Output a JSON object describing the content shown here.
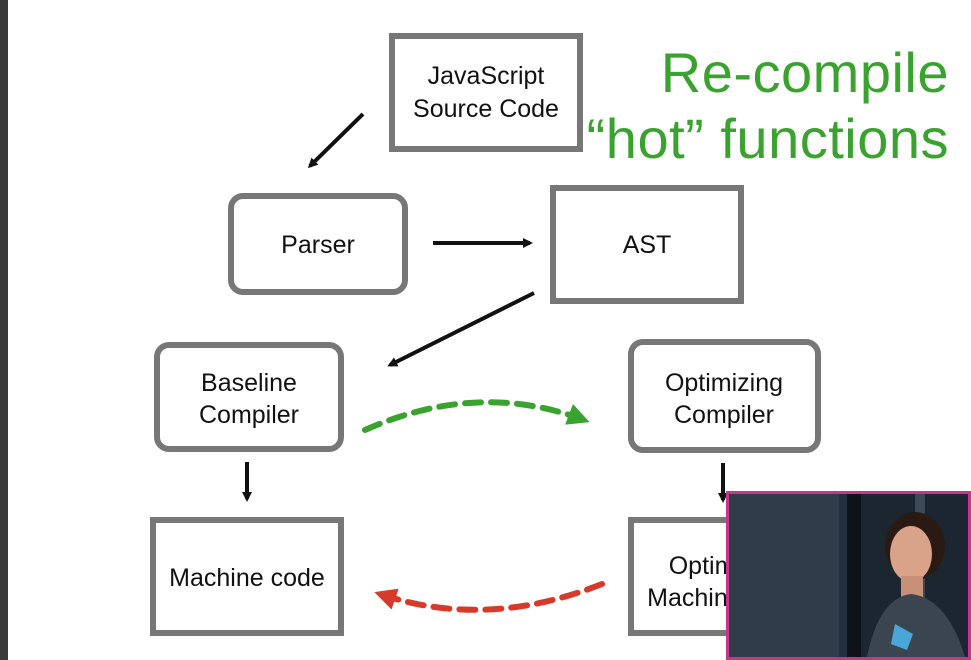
{
  "slide": {
    "headline_line1": "Re-compile",
    "headline_line2": "“hot” functions"
  },
  "nodes": {
    "source": {
      "line1": "JavaScript",
      "line2": "Source Code"
    },
    "parser": {
      "line1": "Parser"
    },
    "ast": {
      "line1": "AST"
    },
    "baseline": {
      "line1": "Baseline",
      "line2": "Compiler"
    },
    "optimizing": {
      "line1": "Optimizing",
      "line2": "Compiler"
    },
    "machine": {
      "line1": "Machine code"
    },
    "opt_machine": {
      "line1": "Optimized",
      "line2": "Machine code"
    }
  },
  "colors": {
    "box_border": "#777777",
    "arrow": "#111111",
    "recompile_arrow": "#3aa22e",
    "deopt_arrow": "#d63a2a",
    "headline": "#3aa22e",
    "video_border": "#c2398c"
  }
}
